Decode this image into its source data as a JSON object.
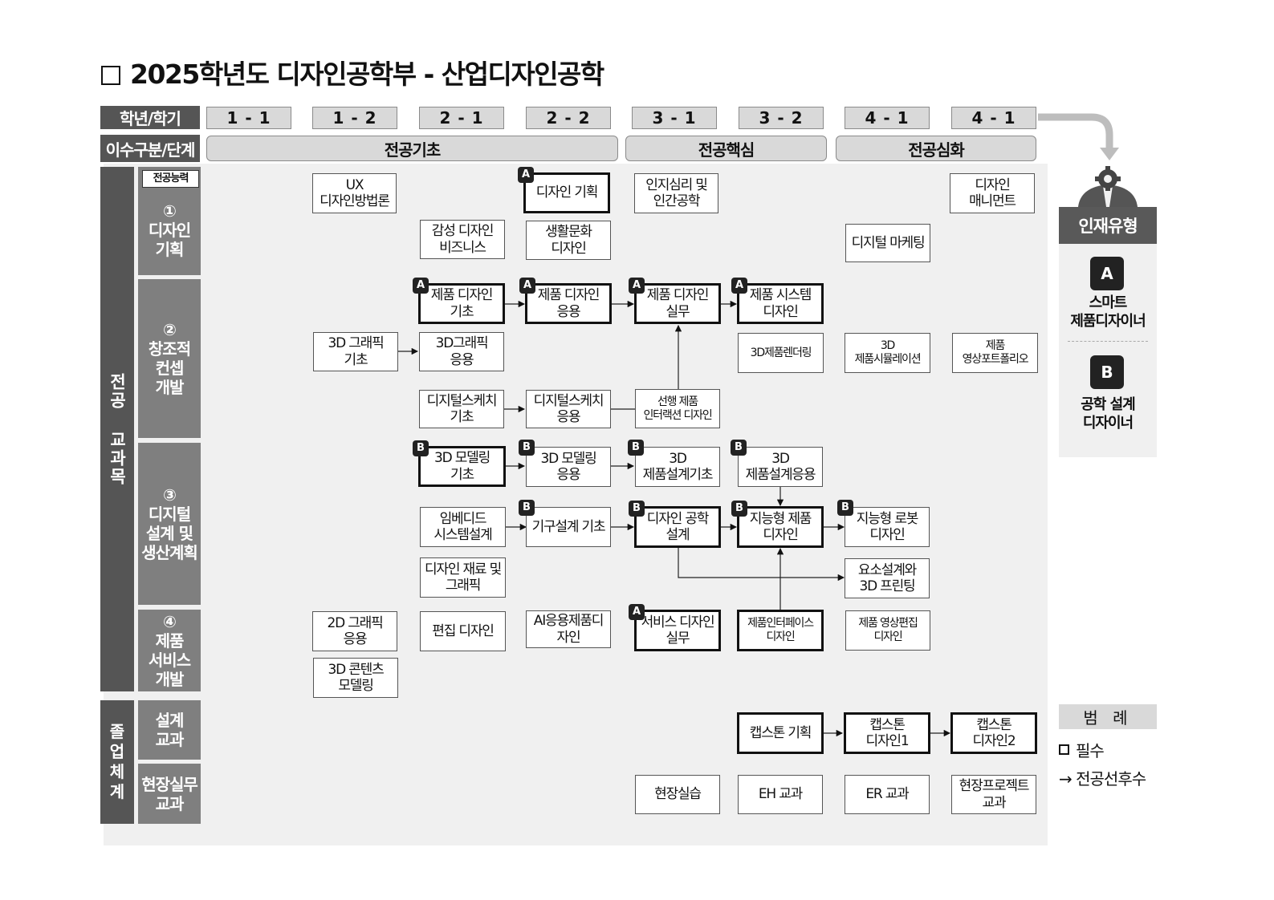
{
  "title": "2025학년도 디자인공학부 - 산업디자인공학",
  "header": {
    "year_label": "학년/학기",
    "stage_label": "이수구분/단계"
  },
  "semesters": [
    "1 - 1",
    "1 - 2",
    "2 - 1",
    "2 - 2",
    "3 - 1",
    "3 - 2",
    "4 - 1",
    "4 - 1"
  ],
  "stages": [
    "전공기초",
    "전공핵심",
    "전공심화"
  ],
  "groups": {
    "major": "전공 교과목",
    "graduation": "졸업 체계"
  },
  "capability_label": "전공능력",
  "categories": {
    "c1": {
      "num": "①",
      "line1": "디자인",
      "line2": "기획",
      "line3": ""
    },
    "c2": {
      "num": "②",
      "line1": "창조적",
      "line2": "컨셉",
      "line3": "개발"
    },
    "c3": {
      "num": "③",
      "line1": "디지털",
      "line2": "설계 및",
      "line3": "생산계획"
    },
    "c4": {
      "num": "④",
      "line1": "제품",
      "line2": "서비스",
      "line3": "개발"
    },
    "c5": {
      "line1": "설계",
      "line2": "교과"
    },
    "c6": {
      "line1": "현장실무",
      "line2": "교과"
    }
  },
  "courses": {
    "ux": {
      "name": "UX\n디자인방법론",
      "badge": ""
    },
    "plan": {
      "name": "디자인 기획",
      "badge": "A"
    },
    "cog": {
      "name": "인지심리 및\n인간공학",
      "badge": ""
    },
    "mgmt": {
      "name": "디자인\n매니먼트",
      "badge": ""
    },
    "emo": {
      "name": "감성 디자인\n비즈니스",
      "badge": ""
    },
    "life": {
      "name": "생활문화\n디자인",
      "badge": ""
    },
    "dmkt": {
      "name": "디지털 마케팅",
      "badge": ""
    },
    "pd_basic": {
      "name": "제품 디자인\n기초",
      "badge": "A"
    },
    "pd_app": {
      "name": "제품 디자인\n응용",
      "badge": "A"
    },
    "pd_prac": {
      "name": "제품 디자인\n실무",
      "badge": "A"
    },
    "pd_sys": {
      "name": "제품 시스템\n디자인",
      "badge": "A"
    },
    "g3d_basic": {
      "name": "3D 그래픽\n기초",
      "badge": ""
    },
    "g3d_app": {
      "name": "3D그래픽\n응용",
      "badge": ""
    },
    "render3d": {
      "name": "3D제품렌더링",
      "badge": ""
    },
    "sim3d": {
      "name": "3D\n제품시뮬레이션",
      "badge": ""
    },
    "video_pf": {
      "name": "제품\n영상포트폴리오",
      "badge": ""
    },
    "sketch_basic": {
      "name": "디지털스케치\n기초",
      "badge": ""
    },
    "sketch_app": {
      "name": "디지털스케치\n응용",
      "badge": ""
    },
    "interaction": {
      "name": "선행 제품\n인터랙션 디자인",
      "badge": ""
    },
    "model_basic": {
      "name": "3D 모델링\n기초",
      "badge": "B"
    },
    "model_app": {
      "name": "3D 모델링\n응용",
      "badge": "B"
    },
    "design3d_basic": {
      "name": "3D\n제품설계기초",
      "badge": "B"
    },
    "design3d_app": {
      "name": "3D\n제품설계응용",
      "badge": "B"
    },
    "embedded": {
      "name": "임베디드\n시스템설계",
      "badge": ""
    },
    "mech": {
      "name": "기구설계 기초",
      "badge": "B"
    },
    "eng_design": {
      "name": "디자인 공학\n설계",
      "badge": "B"
    },
    "smart_prod": {
      "name": "지능형 제품\n디자인",
      "badge": "B"
    },
    "robot": {
      "name": "지능형 로봇\n디자인",
      "badge": "B"
    },
    "material": {
      "name": "디자인 재료 및\n그래픽",
      "badge": ""
    },
    "print3d": {
      "name": "요소설계와\n3D 프린팅",
      "badge": ""
    },
    "g2d": {
      "name": "2D 그래픽\n응용",
      "badge": ""
    },
    "editorial": {
      "name": "편집 디자인",
      "badge": ""
    },
    "ai_prod": {
      "name": "AI응용제품디\n자인",
      "badge": ""
    },
    "service": {
      "name": "서비스 디자인\n실무",
      "badge": "A"
    },
    "interface": {
      "name": "제품인터페이스\n디자인",
      "badge": ""
    },
    "video_edit": {
      "name": "제품 영상편집\n디자인",
      "badge": ""
    },
    "content3d": {
      "name": "3D 콘텐츠\n모델링",
      "badge": ""
    },
    "cap_plan": {
      "name": "캡스톤 기획",
      "badge": ""
    },
    "cap1": {
      "name": "캡스톤\n디자인1",
      "badge": ""
    },
    "cap2": {
      "name": "캡스톤\n디자인2",
      "badge": ""
    },
    "field": {
      "name": "현장실습",
      "badge": ""
    },
    "eh": {
      "name": "EH 교과",
      "badge": ""
    },
    "er": {
      "name": "ER 교과",
      "badge": ""
    },
    "field_proj": {
      "name": "현장프로젝트\n교과",
      "badge": ""
    }
  },
  "talent": {
    "header": "인재유형",
    "a_badge": "A",
    "a_name": "스마트\n제품디자이너",
    "b_badge": "B",
    "b_name": "공학 설계\n디자이너"
  },
  "legend": {
    "title": "범 례",
    "required": "필수",
    "prereq": "→ 전공선후수"
  },
  "colors": {
    "dark_header": "#555555",
    "category": "#7f7f7f",
    "light": "#d9d9d9",
    "panel": "#f0f0f0"
  }
}
